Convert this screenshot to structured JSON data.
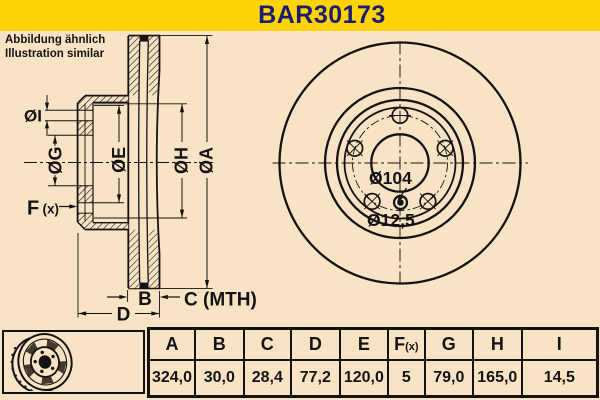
{
  "page": {
    "bg": "#F8E3C4",
    "line_color": "#131313"
  },
  "banner": {
    "title": "BAR30173",
    "bg": "#FFD405",
    "text_color": "#1C1C74"
  },
  "note": {
    "line1": "Abbildung ähnlich",
    "line2": "Illustration similar"
  },
  "section_view": {
    "dim_i": "ØI",
    "dim_g": "ØG",
    "dim_e": "ØE",
    "dim_h": "ØH",
    "dim_a": "ØA",
    "dim_f": "F",
    "dim_f_sub": "(x)",
    "dim_b": "B",
    "dim_c": "C (MTH)",
    "dim_d": "D"
  },
  "front_view": {
    "bolt_circle_dia": "Ø104",
    "bolt_hole_dia": "Ø12,5"
  },
  "spec_table": {
    "headers": [
      "A",
      "B",
      "C",
      "D",
      "E",
      "F(x)",
      "G",
      "H",
      "I"
    ],
    "f_header": {
      "main": "F",
      "sub": "(x)"
    },
    "values": [
      "324,0",
      "30,0",
      "28,4",
      "77,2",
      "120,0",
      "5",
      "79,0",
      "165,0",
      "14,5"
    ]
  }
}
